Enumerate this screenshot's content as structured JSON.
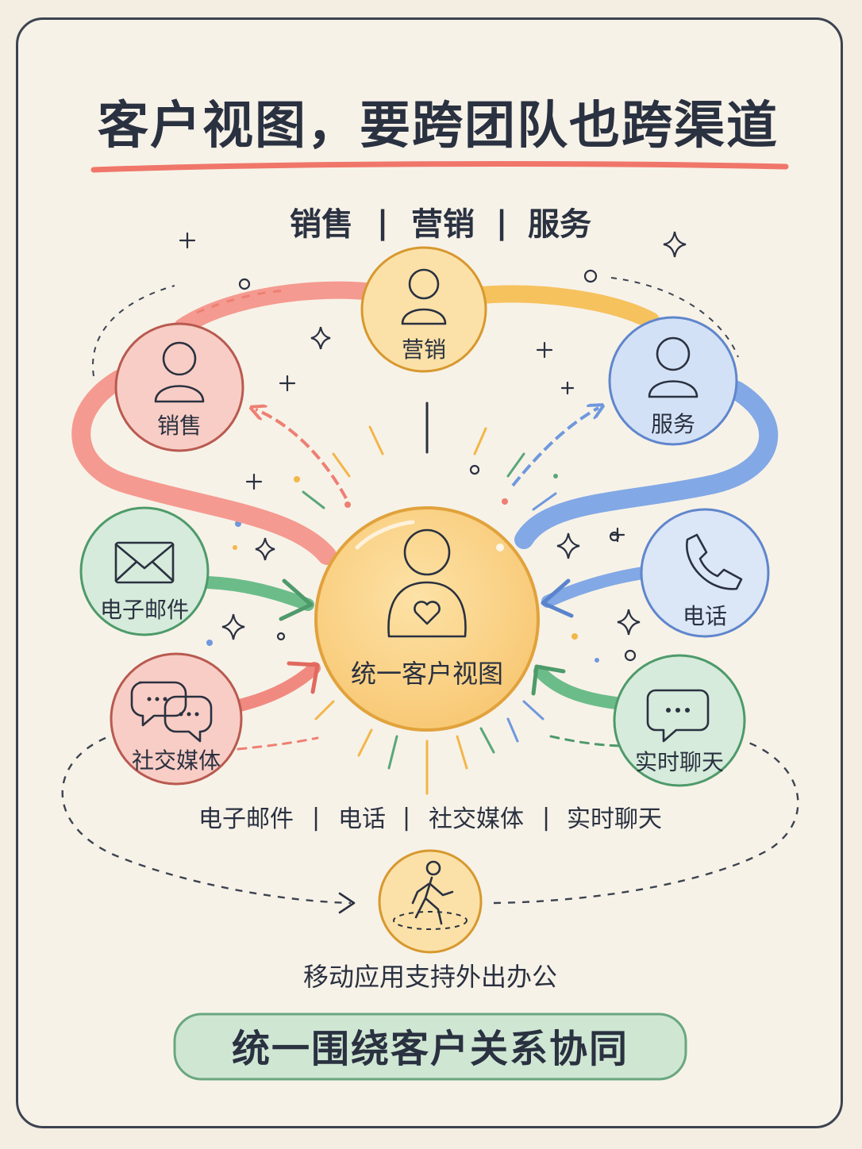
{
  "title": "客户视图，要跨团队也跨渠道",
  "teams_line": {
    "items": [
      "销售",
      "营销",
      "服务"
    ],
    "separator": "|"
  },
  "nodes": {
    "marketing": {
      "label": "营销",
      "icon": "person-icon",
      "color": "#f2b64a"
    },
    "sales": {
      "label": "销售",
      "icon": "person-icon",
      "color": "#f08a80"
    },
    "service": {
      "label": "服务",
      "icon": "person-icon",
      "color": "#6f98dd"
    },
    "email": {
      "label": "电子邮件",
      "icon": "envelope-icon",
      "color": "#5aa77a"
    },
    "phone": {
      "label": "电话",
      "icon": "phone-icon",
      "color": "#6f98dd"
    },
    "social": {
      "label": "社交媒体",
      "icon": "chat-bubbles-icon",
      "color": "#f08a80"
    },
    "chat": {
      "label": "实时聊天",
      "icon": "chat-icon",
      "color": "#5aa77a"
    },
    "center": {
      "label": "统一客户视图",
      "icon": "person-heart-icon",
      "color": "#f5b640"
    },
    "mobile": {
      "label": "移动应用支持外出办公",
      "icon": "walking-person-icon",
      "color": "#f2b64a"
    }
  },
  "channels_line": {
    "items": [
      "电子邮件",
      "电话",
      "社交媒体",
      "实时聊天"
    ],
    "separator": "|"
  },
  "footer": "统一围绕客户关系协同",
  "colors": {
    "background": "#f7f2e8",
    "title_underline": "#f0766a",
    "footer_fill": "#cfe6d3",
    "footer_border": "#6aa77f"
  }
}
